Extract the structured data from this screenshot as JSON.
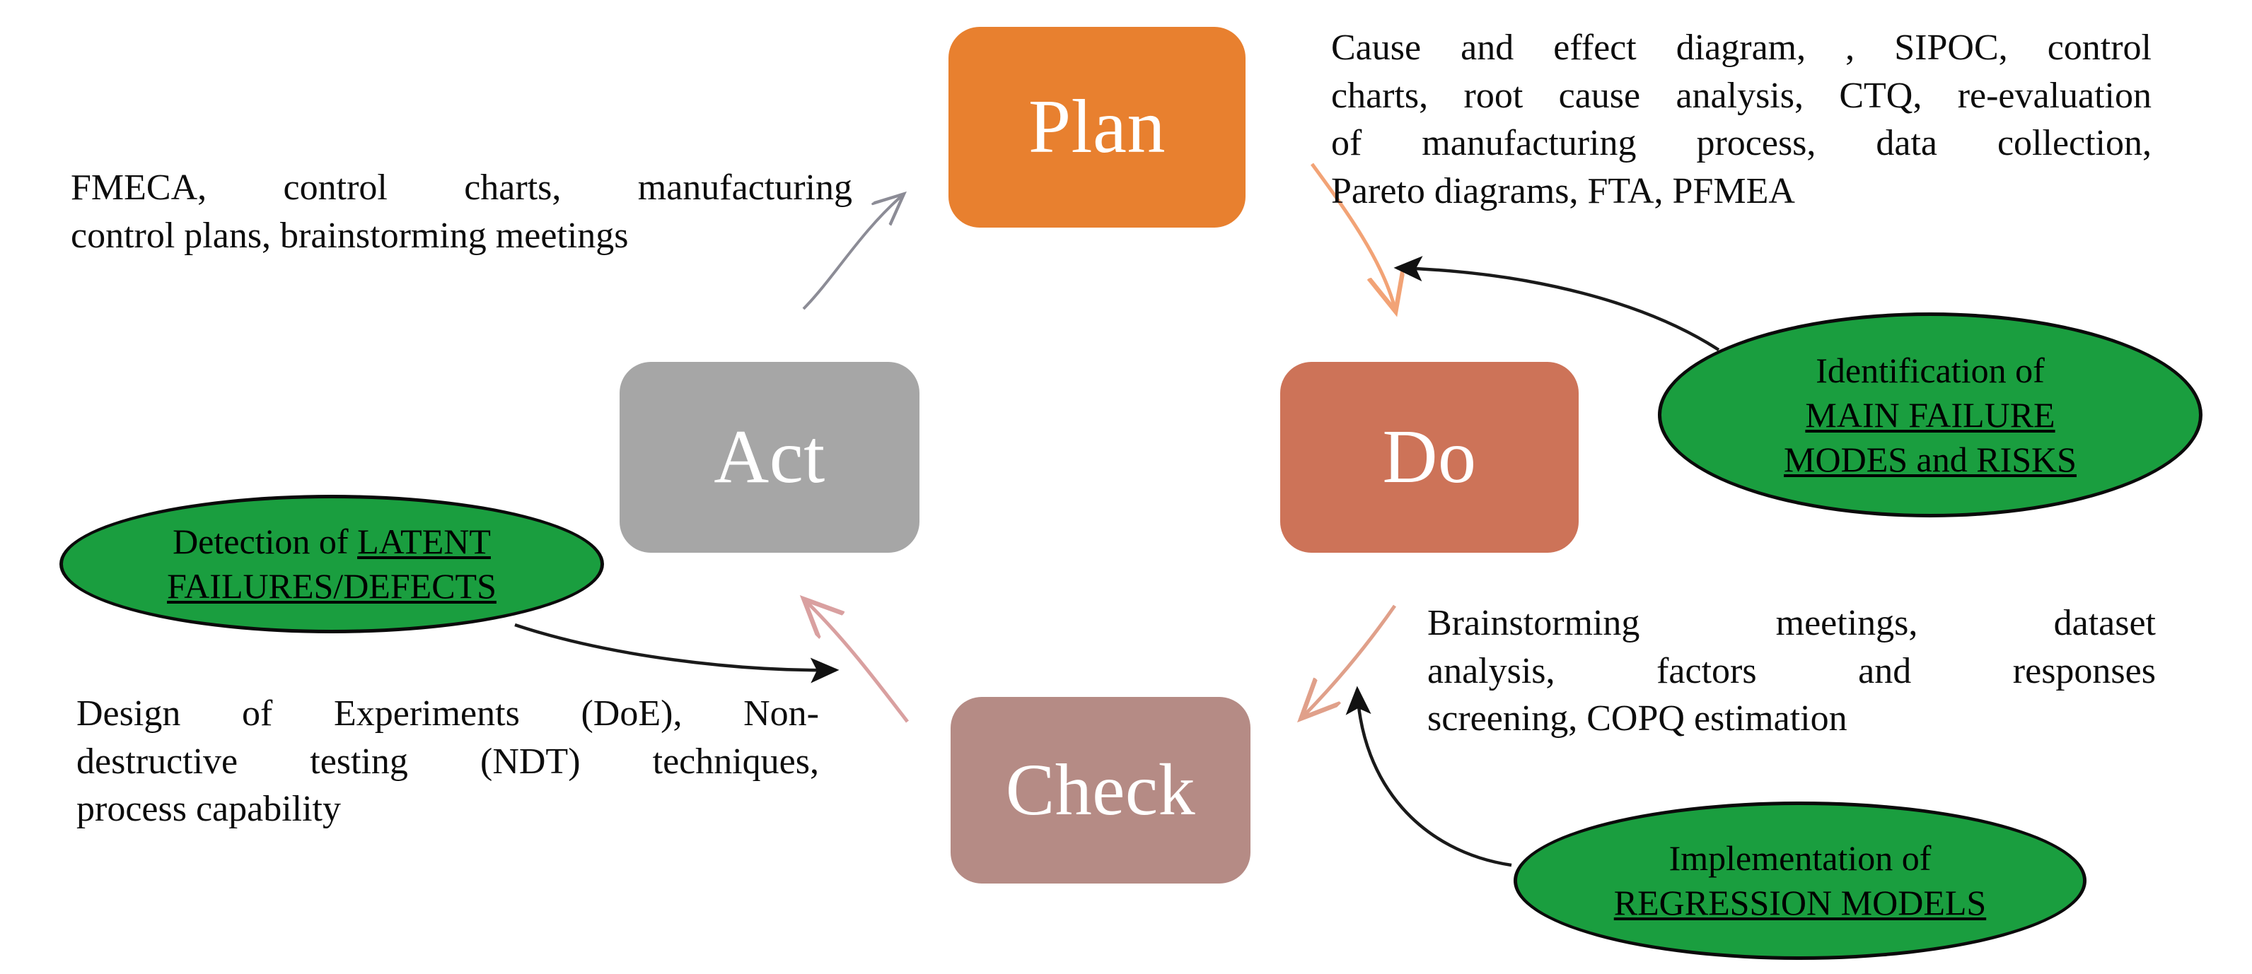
{
  "diagram": {
    "title": "PDCA cycle with quality tools and outcomes",
    "colors": {
      "plan": "#E8802F",
      "do": "#CD7358",
      "act": "#A6A6A6",
      "check": "#B58B85",
      "outcome_green": "#1A9E3F",
      "outcome_outline": "#0a0a0a",
      "arrow_plan_to_do": "#F2A376",
      "arrow_do_to_check": "#E0A08A",
      "arrow_check_to_act": "#D9A0A0",
      "arrow_act_to_plan": "#8C8C96",
      "arrow_outcome": "#1a1a1a",
      "background": "#FFFFFF"
    },
    "phases": [
      {
        "id": "plan",
        "label": "Plan"
      },
      {
        "id": "do",
        "label": "Do"
      },
      {
        "id": "check",
        "label": "Check"
      },
      {
        "id": "act",
        "label": "Act"
      }
    ],
    "tool_texts": {
      "act": {
        "line1": "FMECA, control charts, manufacturing",
        "line2": "control plans, brainstorming meetings"
      },
      "plan": {
        "line1": "Cause and effect diagram, , SIPOC, control",
        "line2": "charts, root cause analysis, CTQ, re-evaluation",
        "line3": "of manufacturing process, data collection,",
        "line4": "Pareto diagrams, FTA, PFMEA"
      },
      "check": {
        "line1": "Brainstorming meetings, dataset",
        "line2": "analysis, factors and responses",
        "line3": "screening, COPQ estimation"
      },
      "do": {
        "line1": "Design of Experiments (DoE), Non-",
        "line2": "destructive testing (NDT) techniques,",
        "line3": "process capability"
      }
    },
    "outcomes": [
      {
        "id": "main-failure",
        "line1": "Identification of",
        "line2": "MAIN FAILURE",
        "line3": "MODES and RISKS"
      },
      {
        "id": "latent",
        "line1_plain": "Detection of ",
        "line1_underlined": "LATENT",
        "line2": "FAILURES/DEFECTS"
      },
      {
        "id": "regression",
        "line1": "Implementation of",
        "line2": "REGRESSION MODELS"
      }
    ],
    "arrows": [
      {
        "id": "act-to-plan",
        "from": "Act",
        "to": "Plan",
        "style": "curved-thin-gray"
      },
      {
        "id": "plan-to-do",
        "from": "Plan",
        "to": "Do",
        "style": "curved-orange"
      },
      {
        "id": "do-to-check",
        "from": "Do",
        "to": "Check",
        "style": "curved-salmon"
      },
      {
        "id": "check-to-act",
        "from": "Check",
        "to": "Act",
        "style": "curved-rose"
      },
      {
        "id": "main-failure-to-plan-do",
        "from": "MAIN FAILURE MODES and RISKS",
        "to": "Plan-to-Do transition",
        "style": "curved-black"
      },
      {
        "id": "latent-to-check-act",
        "from": "LATENT FAILURES/DEFECTS",
        "to": "Check-to-Act transition",
        "style": "curved-black"
      },
      {
        "id": "regression-to-do-check",
        "from": "REGRESSION MODELS",
        "to": "Do-to-Check transition",
        "style": "curved-black"
      }
    ]
  }
}
